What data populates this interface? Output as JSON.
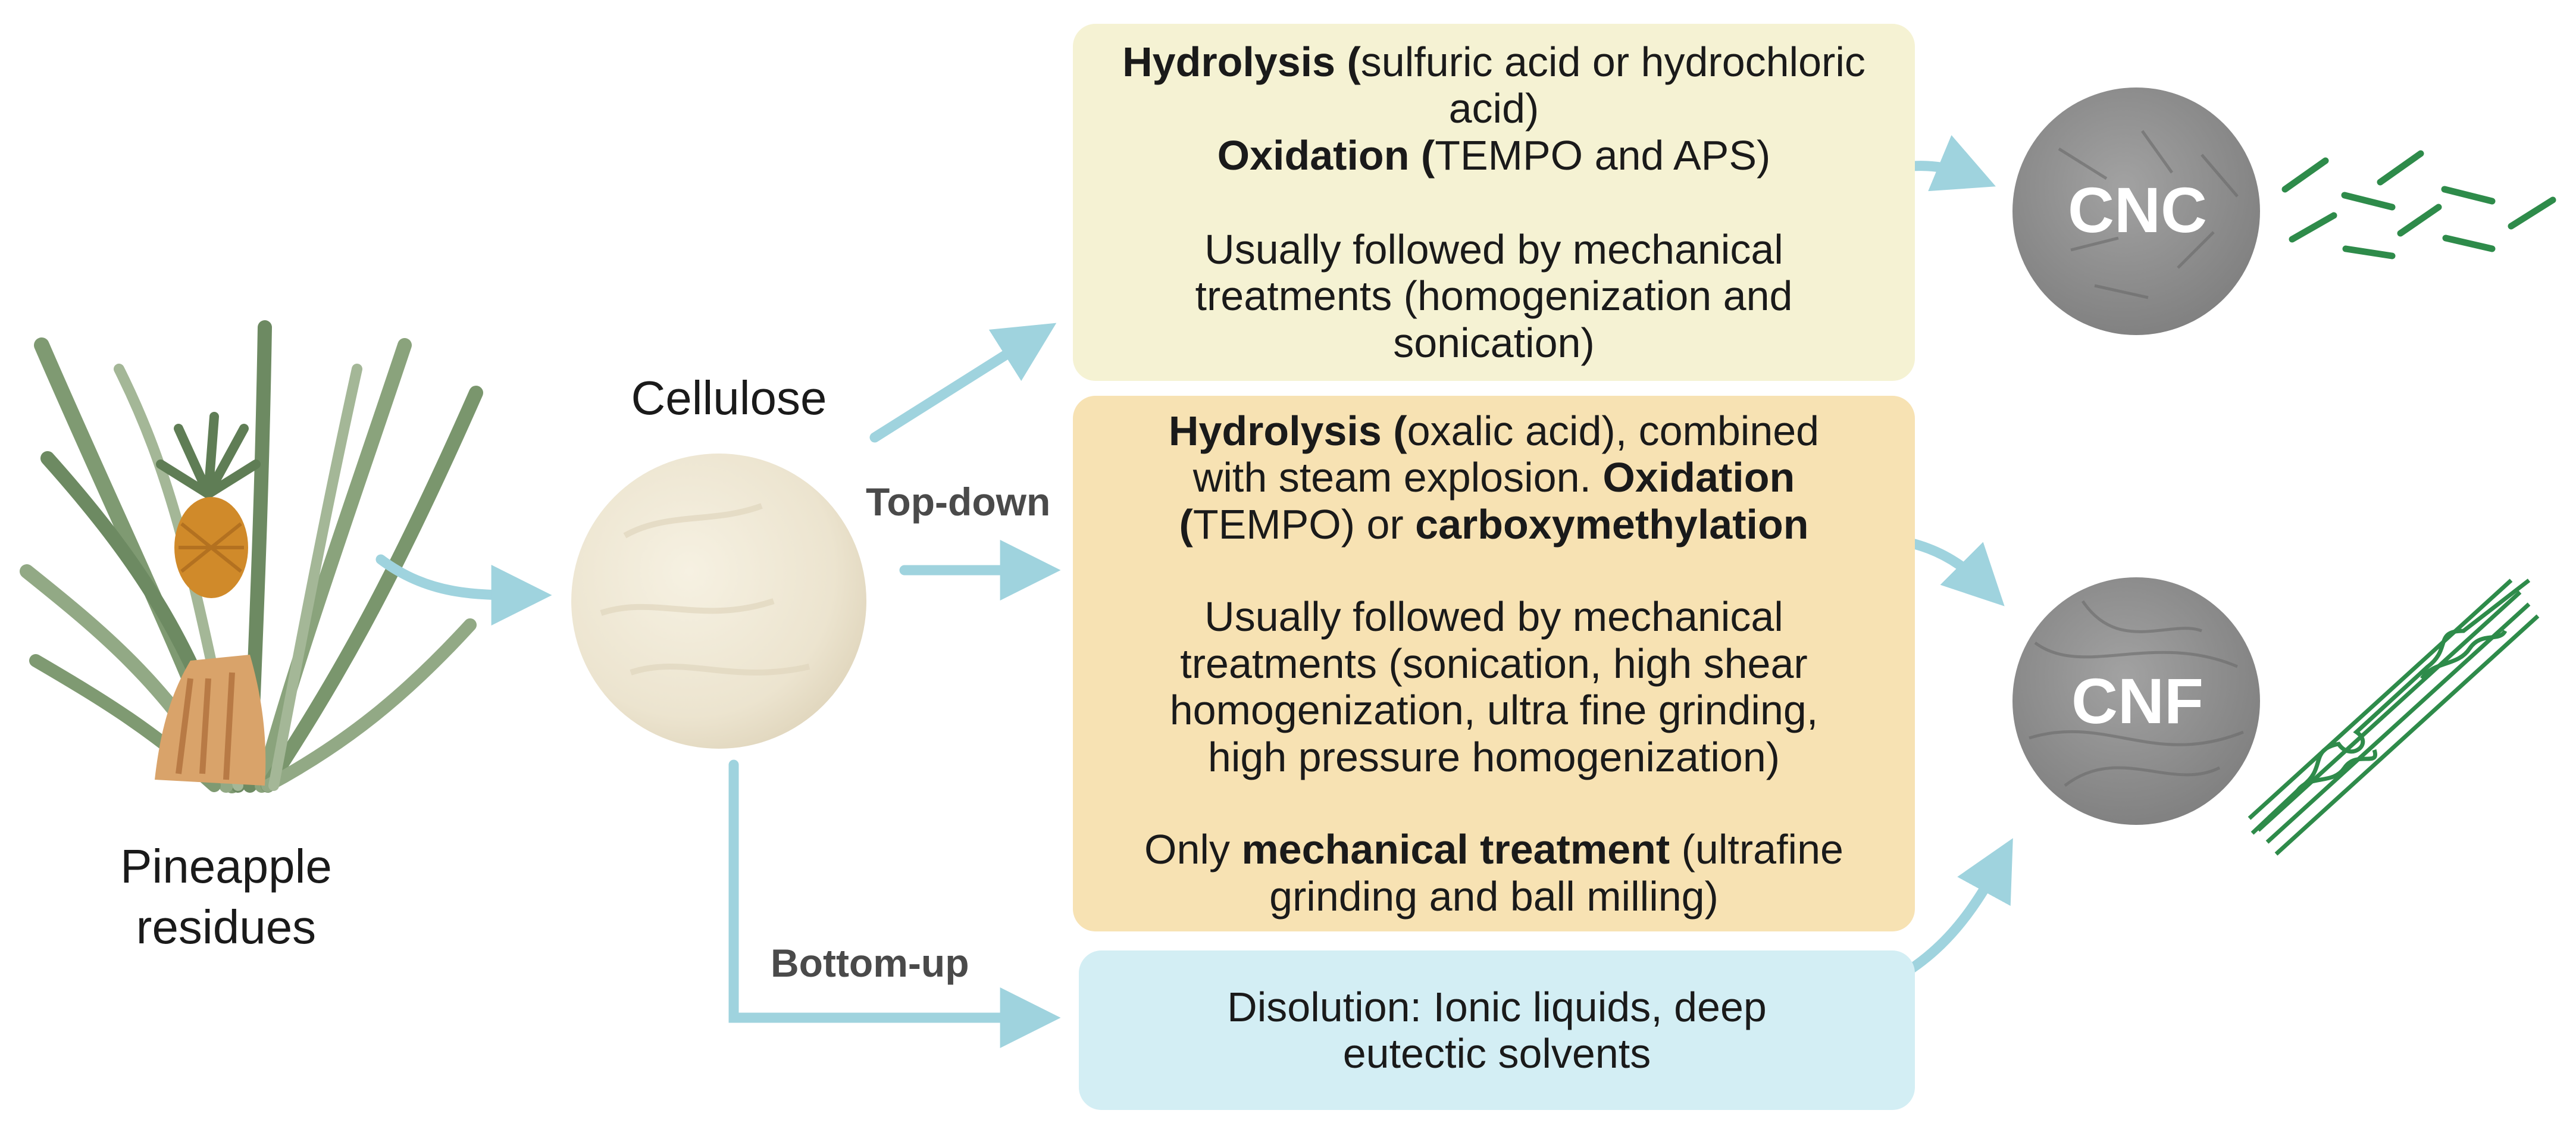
{
  "labels": {
    "source": [
      "Pineapple",
      "residues"
    ],
    "intermediate": "Cellulose",
    "top_down": "Top-down",
    "bottom_up": "Bottom-up"
  },
  "products": {
    "cnc": "CNC",
    "cnf": "CNF"
  },
  "boxes": {
    "acid": {
      "line1_bold": "Hydrolysis (",
      "line1_rest": "sulfuric acid or hydrochloric acid)",
      "line2_bold": "Oxidation (",
      "line2_rest": "TEMPO and APS)",
      "note": "Usually followed by mechanical treatments (homogenization and sonication)"
    },
    "mixed": {
      "p1_bold1": "Hydrolysis (",
      "p1_rest1": "oxalic acid), combined with steam explosion. ",
      "p1_bold2": "Oxidation (",
      "p1_rest2": "TEMPO) or ",
      "p1_bold3": "carboxymethylation",
      "p2": "Usually followed by mechanical treatments (sonication, high shear homogenization, ultra fine grinding, high pressure homogenization)",
      "p3_pre": "Only ",
      "p3_bold": "mechanical treatment",
      "p3_rest": " (ultrafine grinding and ball milling)"
    },
    "solvent": {
      "text": "Disolution: Ionic liquids, deep eutectic solvents"
    }
  },
  "colors": {
    "arrow": "#9fd3de",
    "acid_box": "#f5f2d3",
    "mixed_box": "#f7e2b3",
    "solvent_box": "#d3eef4",
    "fiber": "#2e8b4a",
    "micrograph": "#8e8e8e"
  }
}
